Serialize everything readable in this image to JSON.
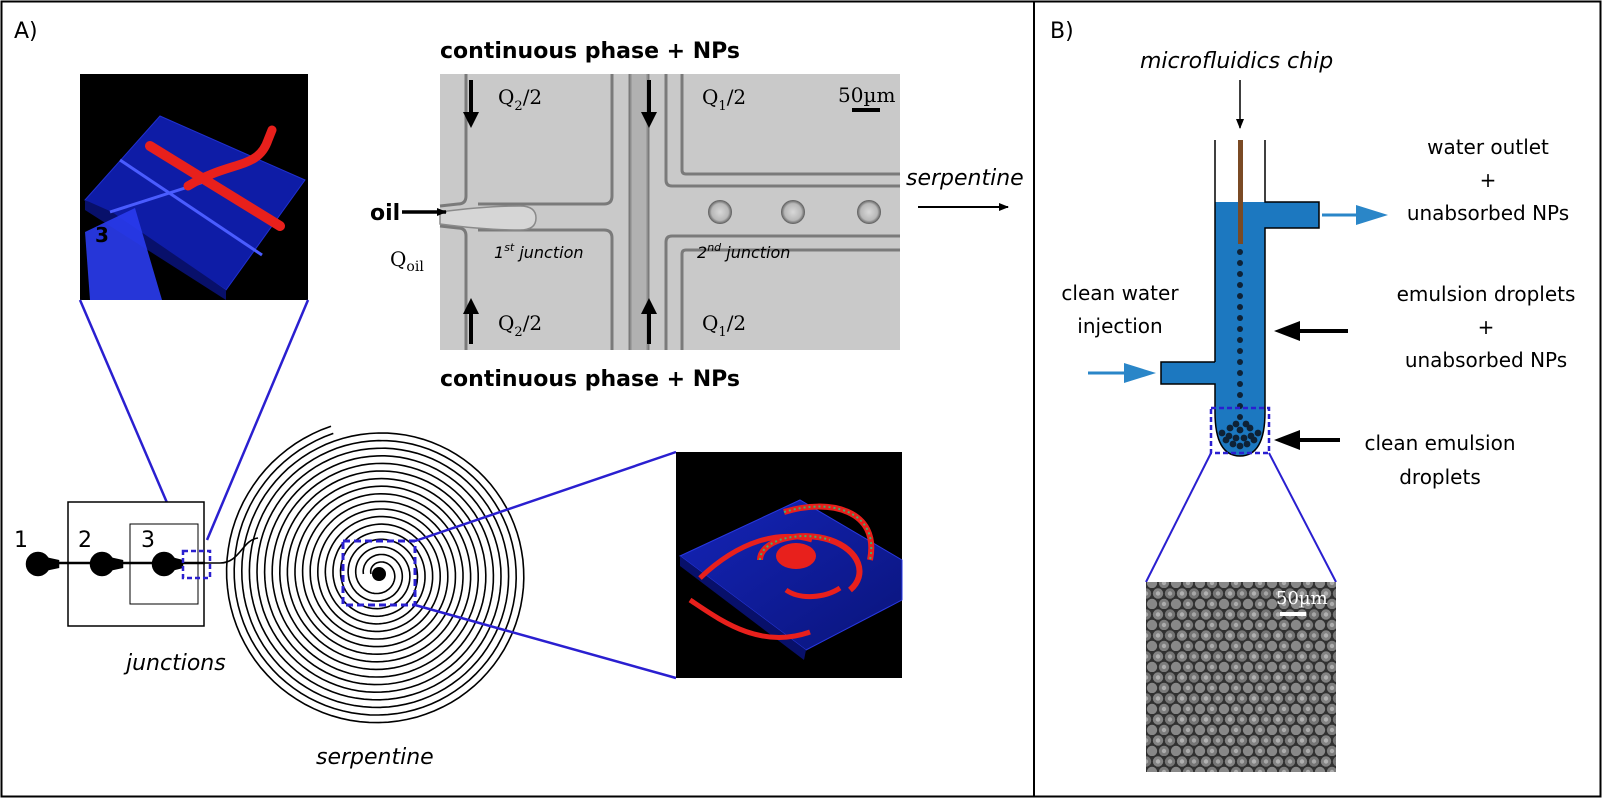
{
  "panel_a": {
    "label": "A)",
    "cont_top": "continuous phase + NPs",
    "cont_bottom": "continuous phase + NPs",
    "oil": "oil",
    "q_oil": "Q",
    "q_oil_sub": "oil",
    "q2_top": "Q",
    "q2_top_frac": "/2",
    "q1_top": "Q",
    "q1_top_frac": "/2",
    "q2_bottom": "Q",
    "q2_bottom_frac": "/2",
    "q1_bottom": "Q",
    "q1_bottom_frac": "/2",
    "q2_sub": "2",
    "q1_sub": "1",
    "scale": "50µm",
    "junction1_num": "1",
    "junction1_sup": "st",
    "junction1_word": " junction",
    "junction2_num": "2",
    "junction2_sup": "nd",
    "junction2_word": " junction",
    "serpentine_arrow": "serpentine",
    "inset_label": "3",
    "chip_labels": [
      "1",
      "2",
      "3"
    ],
    "junctions": "junctions",
    "serpentine": "serpentine"
  },
  "panel_b": {
    "label": "B)",
    "chip": "microfluidics chip",
    "water_outlet": "water outlet",
    "plus1": "+",
    "unabsorbed1": "unabsorbed NPs",
    "clean_water_1": "clean water",
    "clean_water_2": "injection",
    "emulsion": "emulsion droplets",
    "plus2": "+",
    "unabsorbed2": "unabsorbed NPs",
    "clean_em_1": "clean emulsion",
    "clean_em_2": "droplets",
    "scale": "50µm"
  },
  "colors": {
    "frame": "#000000",
    "zoom_line": "#2a1fd0",
    "dashed_box": "#2a1fd0",
    "render_blue": "#0b1aa0",
    "render_red": "#e8201c",
    "fluid_blue": "#1c78c0",
    "arrow_blue": "#2a86c8",
    "micro_bg": "#c9c9c9",
    "droplet": "#1a2a4a"
  }
}
